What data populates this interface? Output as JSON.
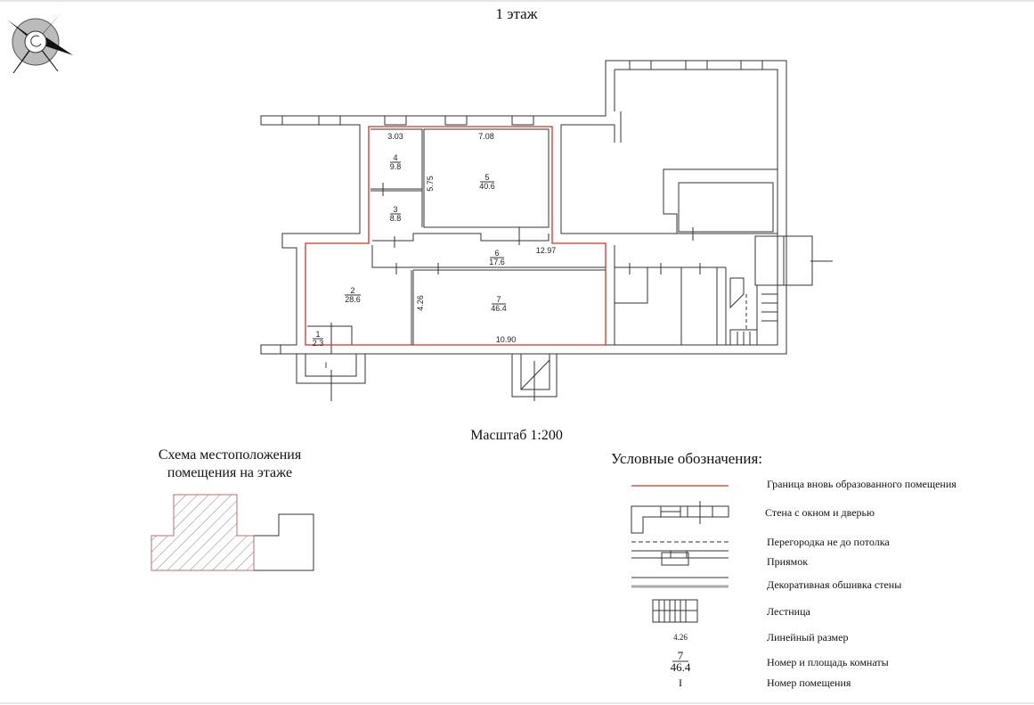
{
  "title": "1 этаж",
  "scale_label": "Масштаб 1:200",
  "location_scheme": {
    "line1": "Схема местоположения",
    "line2": "помещения на этаже"
  },
  "colors": {
    "boundary": "#c0392b",
    "lines": "#333333"
  },
  "compass": {
    "icon": "compass-rose-icon"
  },
  "rooms": [
    {
      "number": "1",
      "area": "2.3"
    },
    {
      "number": "2",
      "area": "28.6"
    },
    {
      "number": "3",
      "area": "8.8"
    },
    {
      "number": "4",
      "area": "9.8"
    },
    {
      "number": "5",
      "area": "40.6"
    },
    {
      "number": "6",
      "area": "17.6"
    },
    {
      "number": "7",
      "area": "46.4"
    }
  ],
  "dimensions": [
    "3.03",
    "7.08",
    "5.75",
    "12.97",
    "4.26",
    "10.90"
  ],
  "premise_number": "I",
  "legend": {
    "title": "Условные обозначения:",
    "items": [
      "Граница вновь образованного помещения",
      "Стена с окном и дверью",
      "Перегородка не до потолка",
      "Приямок",
      "Декоративная обшивка стены",
      "Лестница",
      "Линейный размер",
      "Номер и площадь комнаты",
      "Номер помещения"
    ],
    "sample_dimension": "4.26",
    "sample_room_number": "7",
    "sample_room_area": "46.4",
    "sample_premise": "I"
  }
}
